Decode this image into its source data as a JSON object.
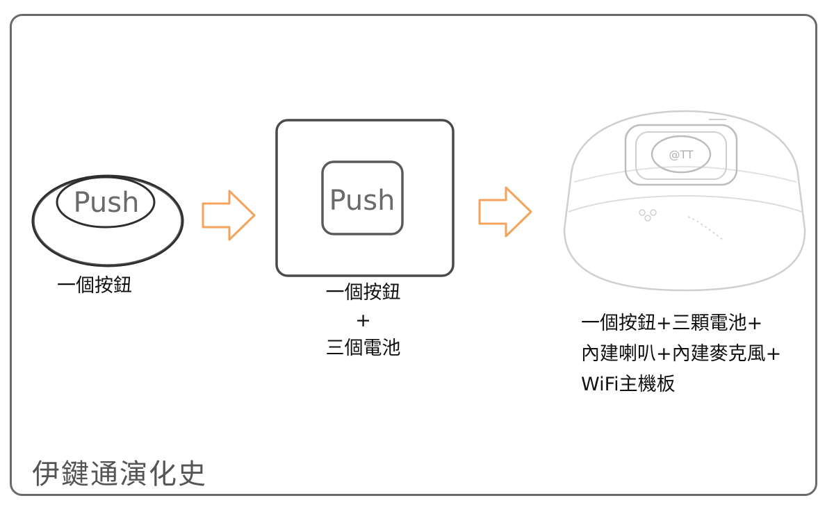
{
  "title": "伊鍵通演化史",
  "stages": [
    {
      "button_text": "Push",
      "caption_lines": [
        "一個按鈕"
      ]
    },
    {
      "button_text": "Push",
      "caption_lines": [
        "一個按鈕",
        "+",
        "三個電池"
      ]
    },
    {
      "device_logo": "@TT",
      "caption_lines": [
        "一個按鈕+三顆電池+",
        "內建喇叭+內建麥克風+",
        "WiFi主機板"
      ]
    }
  ],
  "colors": {
    "arrow": "#f4a35c",
    "line": "#3a3a3a",
    "frame": "#6a6a6a"
  },
  "icons": [
    "right-arrow-icon",
    "right-arrow-icon"
  ]
}
